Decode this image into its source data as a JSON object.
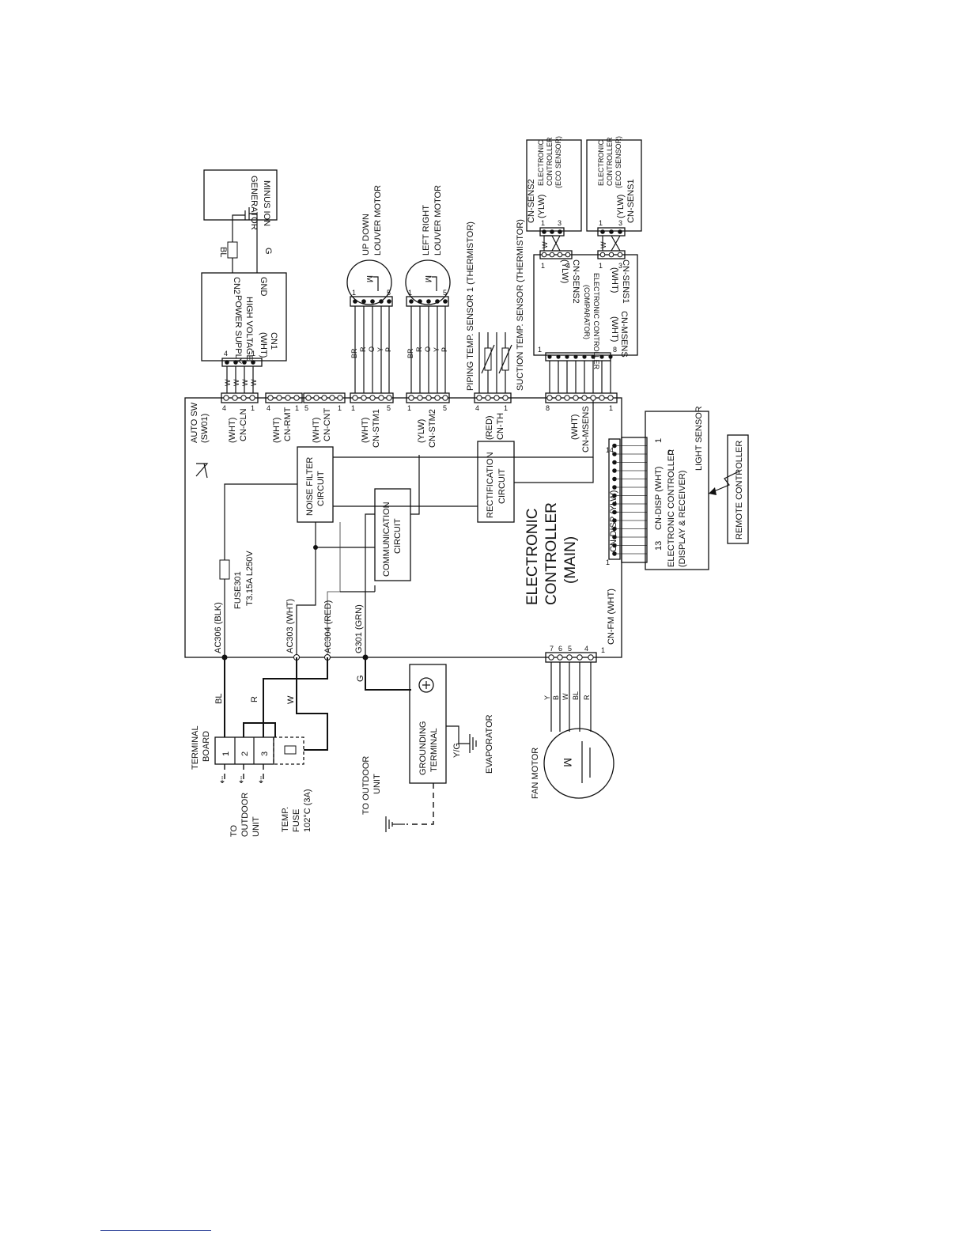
{
  "diagram": {
    "terminal_board": {
      "title_l1": "TERMINAL",
      "title_l2": "BOARD",
      "terminals": [
        "1",
        "2",
        "3"
      ]
    },
    "to_outdoor_unit": {
      "l1": "TO",
      "l2": "OUTDOOR",
      "l3": "UNIT"
    },
    "temp_fuse": {
      "l1": "TEMP.",
      "l2": "FUSE",
      "l3": "102°C (3A)"
    },
    "to_outdoor_unit_ground": {
      "l1": "TO OUTDOOR",
      "l2": "UNIT"
    },
    "grounding_terminal": {
      "l1": "GROUNDING",
      "l2": "TERMINAL"
    },
    "yg_label": "Y/G",
    "evaporator": "EVAPORATOR",
    "fan_motor": "FAN MOTOR",
    "motor_symbol": "M",
    "wires": {
      "bl": "BL",
      "r": "R",
      "w": "W",
      "g": "G"
    },
    "fan_wires": [
      "Y",
      "B",
      "W",
      "BL",
      "R"
    ],
    "fan_pins": [
      "7",
      "6",
      "5",
      "4",
      "1"
    ],
    "ac306": "AC306 (BLK)",
    "ac303": "AC303 (WHT)",
    "ac304": "AC304 (RED)",
    "g301": "G301 (GRN)",
    "fuse301": {
      "l1": "FUSE301",
      "l2": "T3.15A L250V"
    },
    "noise_filter": {
      "l1": "NOISE FILTER",
      "l2": "CIRCUIT"
    },
    "communication": {
      "l1": "COMMUNICATION",
      "l2": "CIRCUIT"
    },
    "rectification": {
      "l1": "RECTIFICATION",
      "l2": "CIRCUIT"
    },
    "main_controller": {
      "l1": "ELECTRONIC",
      "l2": "CONTROLLER",
      "l3": "(MAIN)"
    },
    "cn_fm": "CN-FM (WHT)",
    "auto_sw": {
      "l1": "AUTO SW",
      "l2": "(SW01)"
    },
    "cn_cln": {
      "name": "CN-CLN",
      "color": "(WHT)",
      "pin_a": "4",
      "pin_b": "1"
    },
    "cn_rmt": {
      "name": "CN-RMT",
      "color": "(WHT)",
      "pin_a": "4",
      "pin_b": "1"
    },
    "cn_cnt": {
      "name": "CN-CNT",
      "color": "(WHT)",
      "pin_a": "5",
      "pin_b": "1"
    },
    "cn_stm1": {
      "name": "CN-STM1",
      "color": "(WHT)",
      "pin_a": "1",
      "pin_b": "5"
    },
    "cn_stm2": {
      "name": "CN-STM2",
      "color": "(YLW)",
      "pin_a": "1",
      "pin_b": "5"
    },
    "cn_th": {
      "name": "CN-TH",
      "color": "(RED)",
      "pin_a": "4",
      "pin_b": "1"
    },
    "cn_msens_main": {
      "name": "CN-MSENS",
      "color": "(WHT)",
      "pin_a": "8",
      "pin_b": "1"
    },
    "cn_disp_main": {
      "name": "CN-DISP (YLW)",
      "pin_a": "1",
      "pin_b": "14"
    },
    "cn_disp_sub": {
      "name": "CN-DISP (WHT)",
      "pin_a": "13",
      "pin_b": "1"
    },
    "display_ctrl": {
      "l1": "ELECTRONIC CONTROLLER",
      "l2": "(DISPLAY & RECEIVER)"
    },
    "light_sensor": "LIGHT SENSOR",
    "remote_controller": "REMOTE CONTROLLER",
    "hv_supply": {
      "cn1": "CN1",
      "cn1_color": "(WHT)",
      "l1": "HIGH VOLTAGE",
      "l2": "POWER SUPPLY",
      "cn2": "CN2",
      "gnd": "GND",
      "pin_a": "4",
      "pin_b": "1"
    },
    "minus_ion": {
      "l1": "MINUS ION",
      "l2": "GENERATOR"
    },
    "bl_label": "BL",
    "g_label": "G",
    "hv_wires": [
      "W",
      "W",
      "W",
      "W"
    ],
    "updown_motor": {
      "l1": "UP DOWN",
      "l2": "LOUVER MOTOR"
    },
    "leftright_motor": {
      "l1": "LEFT RIGHT",
      "l2": "LOUVER MOTOR"
    },
    "louver_wires": [
      "BR",
      "R",
      "O",
      "Y",
      "P"
    ],
    "louver_pins": {
      "a": "1",
      "b": "5"
    },
    "piping_sensor": "PIPING TEMP. SENSOR 1 (THERMISTOR)",
    "suction_sensor": "SUCTION TEMP. SENSOR (THERMISTOR)",
    "comparator": {
      "cn_msens": "CN-MSENS",
      "cn_msens_color": "(WHT)",
      "pin_a": "1",
      "pin_b": "8",
      "l1": "ELECTRONIC CONTROLLER",
      "l2": "(COMPARATOR)",
      "sens1": "CN-SENS1",
      "sens1_color": "(WHT)",
      "sens2": "CN-SENS2",
      "sens2_color": "(YLW)",
      "sens2_pins": {
        "a": "1",
        "b": "4"
      },
      "sens1_pins": {
        "a": "1",
        "b": "3"
      }
    },
    "eco_sensor_1": {
      "cn": "CN-SENS1",
      "color": "(YLW)",
      "l1": "ELECTRONIC",
      "l2": "CONTROLLER",
      "l3": "(ECO SENSOR)",
      "pin_a": "1",
      "pin_b": "3"
    },
    "eco_sensor_2": {
      "cn": "CN-SENS2",
      "color": "(YLW)",
      "l1": "ELECTRONIC",
      "l2": "CONTROLLER",
      "l3": "(ECO SENSOR)",
      "pin_a": "1",
      "pin_b": "3"
    },
    "wire_w": "W"
  }
}
